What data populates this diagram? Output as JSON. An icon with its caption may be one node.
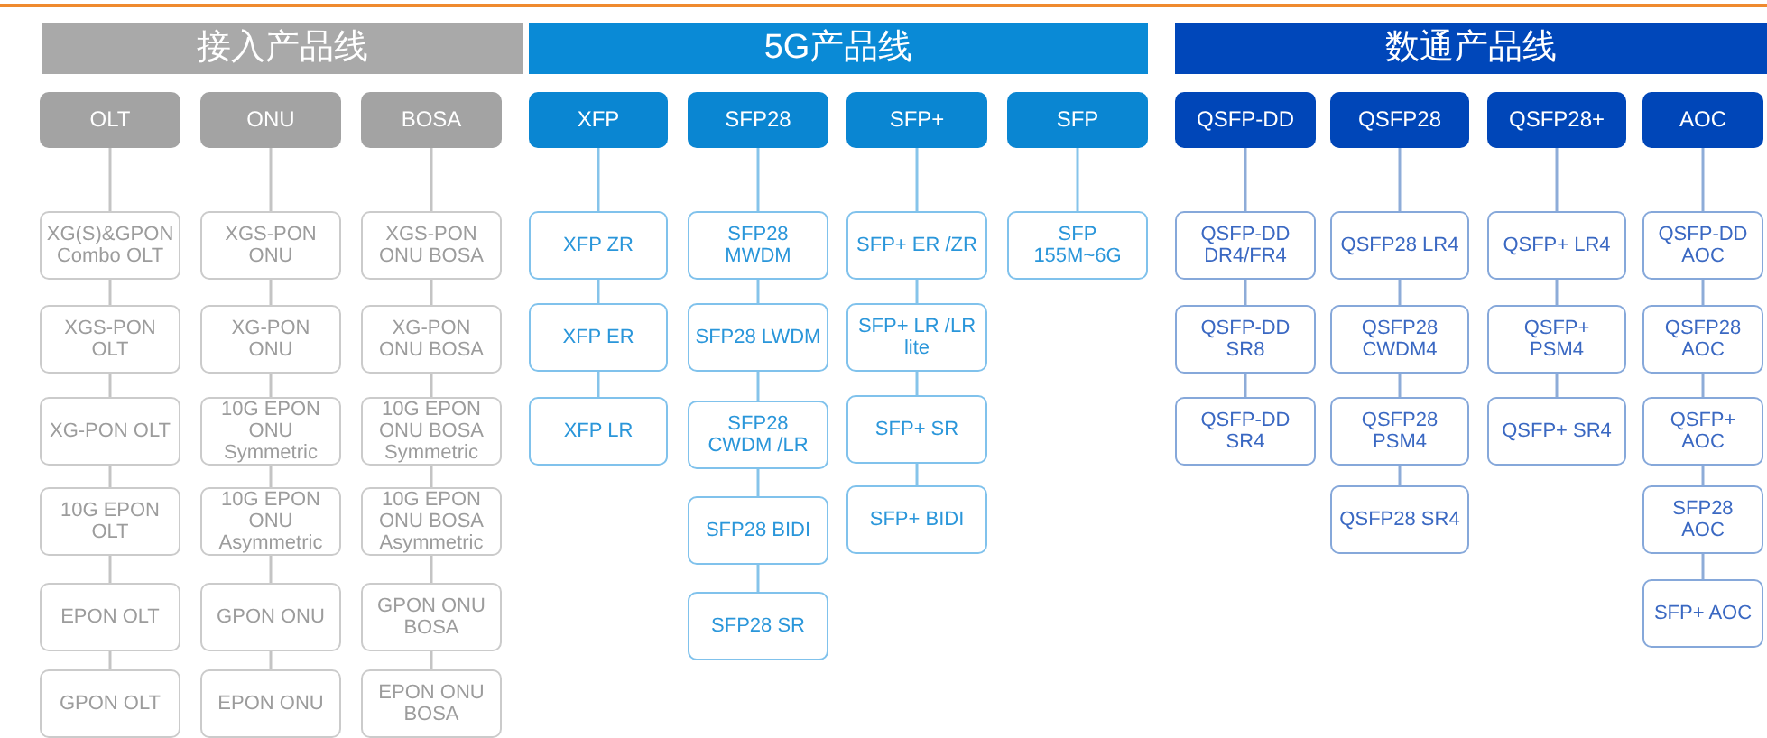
{
  "diagram": {
    "nodes": [
      {
        "text": [
          "接入产品线"
        ]
      },
      {
        "text": [
          "OLT"
        ]
      },
      {
        "text": [
          "XG(S)&GPON Combo OLT"
        ]
      },
      {
        "text": [
          "XGS-PON OLT"
        ]
      },
      {
        "text": [
          "XG-PON OLT"
        ]
      },
      {
        "text": [
          "10G EPON OLT"
        ]
      },
      {
        "text": [
          "EPON OLT"
        ]
      },
      {
        "text": [
          "GPON OLT"
        ]
      },
      {
        "text": [
          "ONU"
        ]
      },
      {
        "text": [
          "XGS-PON ONU"
        ]
      },
      {
        "text": [
          "XG-PON ONU"
        ]
      },
      {
        "text": [
          "10G EPON ONU Symmetric"
        ]
      },
      {
        "text": [
          "10G EPON ONU Asymmetric"
        ]
      },
      {
        "text": [
          "GPON ONU"
        ]
      },
      {
        "text": [
          "EPON ONU"
        ]
      },
      {
        "text": [
          "BOSA"
        ]
      },
      {
        "text": [
          "XGS-PON ONU BOSA"
        ]
      },
      {
        "text": [
          "XG-PON ONU BOSA"
        ]
      },
      {
        "text": [
          "10G EPON ONU BOSA Symmetric"
        ]
      },
      {
        "text": [
          "10G EPON ONU BOSA Asymmetric"
        ]
      },
      {
        "text": [
          "GPON ONU BOSA"
        ]
      },
      {
        "text": [
          "EPON ONU BOSA"
        ]
      },
      {
        "text": [
          "5G产品线"
        ]
      },
      {
        "text": [
          "XFP"
        ]
      },
      {
        "text": [
          "XFP ZR"
        ]
      },
      {
        "text": [
          "XFP ER"
        ]
      },
      {
        "text": [
          "XFP LR"
        ]
      },
      {
        "text": [
          "SFP28"
        ]
      },
      {
        "text": [
          "SFP28 MWDM"
        ]
      },
      {
        "text": [
          "SFP28 LWDM"
        ]
      },
      {
        "text": [
          "SFP28 CWDM /LR"
        ]
      },
      {
        "text": [
          "SFP28 BIDI"
        ]
      },
      {
        "text": [
          "SFP28 SR"
        ]
      },
      {
        "text": [
          "SFP+"
        ]
      },
      {
        "text": [
          "SFP+ ER /ZR"
        ]
      },
      {
        "text": [
          "SFP+ LR /LR lite"
        ]
      },
      {
        "text": [
          "SFP+ SR"
        ]
      },
      {
        "text": [
          "SFP+ BIDI"
        ]
      },
      {
        "text": [
          "SFP"
        ]
      },
      {
        "text": [
          "SFP 155M~6G"
        ]
      },
      {
        "text": [
          "数通产品线"
        ]
      },
      {
        "text": [
          "QSFP-DD"
        ]
      },
      {
        "text": [
          "QSFP-DD DR4/FR4"
        ]
      },
      {
        "text": [
          "QSFP-DD SR8"
        ]
      },
      {
        "text": [
          "QSFP-DD SR4"
        ]
      },
      {
        "text": [
          "QSFP28"
        ]
      },
      {
        "text": [
          "QSFP28 LR4"
        ]
      },
      {
        "text": [
          "QSFP28 CWDM4"
        ]
      },
      {
        "text": [
          "QSFP28 PSM4"
        ]
      },
      {
        "text": [
          "QSFP28 SR4"
        ]
      },
      {
        "text": [
          "QSFP28+"
        ]
      },
      {
        "text": [
          "QSFP+ LR4"
        ]
      },
      {
        "text": [
          "QSFP+ PSM4"
        ]
      },
      {
        "text": [
          "QSFP+ SR4"
        ]
      },
      {
        "text": [
          "AOC"
        ]
      },
      {
        "text": [
          "QSFP-DD AOC"
        ]
      },
      {
        "text": [
          "QSFP28 AOC"
        ]
      },
      {
        "text": [
          "QSFP+ AOC"
        ]
      },
      {
        "text": [
          "SFP28 AOC"
        ]
      },
      {
        "text": [
          "SFP+ AOC"
        ]
      }
    ],
    "edges": [
      {
        "from": 1,
        "to": 2,
        "arrow": "none"
      },
      {
        "from": 2,
        "to": 3,
        "arrow": "none"
      },
      {
        "from": 3,
        "to": 4,
        "arrow": "none"
      },
      {
        "from": 4,
        "to": 5,
        "arrow": "none"
      },
      {
        "from": 5,
        "to": 6,
        "arrow": "none"
      },
      {
        "from": 6,
        "to": 7,
        "arrow": "none"
      },
      {
        "from": 8,
        "to": 9,
        "arrow": "none"
      },
      {
        "from": 9,
        "to": 10,
        "arrow": "none"
      },
      {
        "from": 10,
        "to": 11,
        "arrow": "none"
      },
      {
        "from": 11,
        "to": 12,
        "arrow": "none"
      },
      {
        "from": 12,
        "to": 13,
        "arrow": "none"
      },
      {
        "from": 13,
        "to": 14,
        "arrow": "none"
      },
      {
        "from": 15,
        "to": 16,
        "arrow": "none"
      },
      {
        "from": 16,
        "to": 17,
        "arrow": "none"
      },
      {
        "from": 17,
        "to": 18,
        "arrow": "none"
      },
      {
        "from": 18,
        "to": 19,
        "arrow": "none"
      },
      {
        "from": 19,
        "to": 20,
        "arrow": "none"
      },
      {
        "from": 20,
        "to": 21,
        "arrow": "none"
      },
      {
        "from": 23,
        "to": 24,
        "arrow": "none"
      },
      {
        "from": 24,
        "to": 25,
        "arrow": "none"
      },
      {
        "from": 25,
        "to": 26,
        "arrow": "none"
      },
      {
        "from": 27,
        "to": 28,
        "arrow": "none"
      },
      {
        "from": 28,
        "to": 29,
        "arrow": "none"
      },
      {
        "from": 29,
        "to": 30,
        "arrow": "none"
      },
      {
        "from": 30,
        "to": 31,
        "arrow": "none"
      },
      {
        "from": 31,
        "to": 32,
        "arrow": "none"
      },
      {
        "from": 33,
        "to": 34,
        "arrow": "none"
      },
      {
        "from": 34,
        "to": 35,
        "arrow": "none"
      },
      {
        "from": 35,
        "to": 36,
        "arrow": "none"
      },
      {
        "from": 36,
        "to": 37,
        "arrow": "none"
      },
      {
        "from": 38,
        "to": 39,
        "arrow": "none"
      },
      {
        "from": 41,
        "to": 42,
        "arrow": "none"
      },
      {
        "from": 42,
        "to": 43,
        "arrow": "none"
      },
      {
        "from": 43,
        "to": 44,
        "arrow": "none"
      },
      {
        "from": 45,
        "to": 46,
        "arrow": "none"
      },
      {
        "from": 46,
        "to": 47,
        "arrow": "none"
      },
      {
        "from": 47,
        "to": 48,
        "arrow": "none"
      },
      {
        "from": 48,
        "to": 49,
        "arrow": "none"
      },
      {
        "from": 50,
        "to": 51,
        "arrow": "none"
      },
      {
        "from": 51,
        "to": 52,
        "arrow": "none"
      },
      {
        "from": 52,
        "to": 53,
        "arrow": "none"
      },
      {
        "from": 54,
        "to": 55,
        "arrow": "none"
      },
      {
        "from": 55,
        "to": 56,
        "arrow": "none"
      },
      {
        "from": 56,
        "to": 57,
        "arrow": "none"
      },
      {
        "from": 57,
        "to": 58,
        "arrow": "none"
      },
      {
        "from": 58,
        "to": 59,
        "arrow": "none"
      }
    ]
  }
}
